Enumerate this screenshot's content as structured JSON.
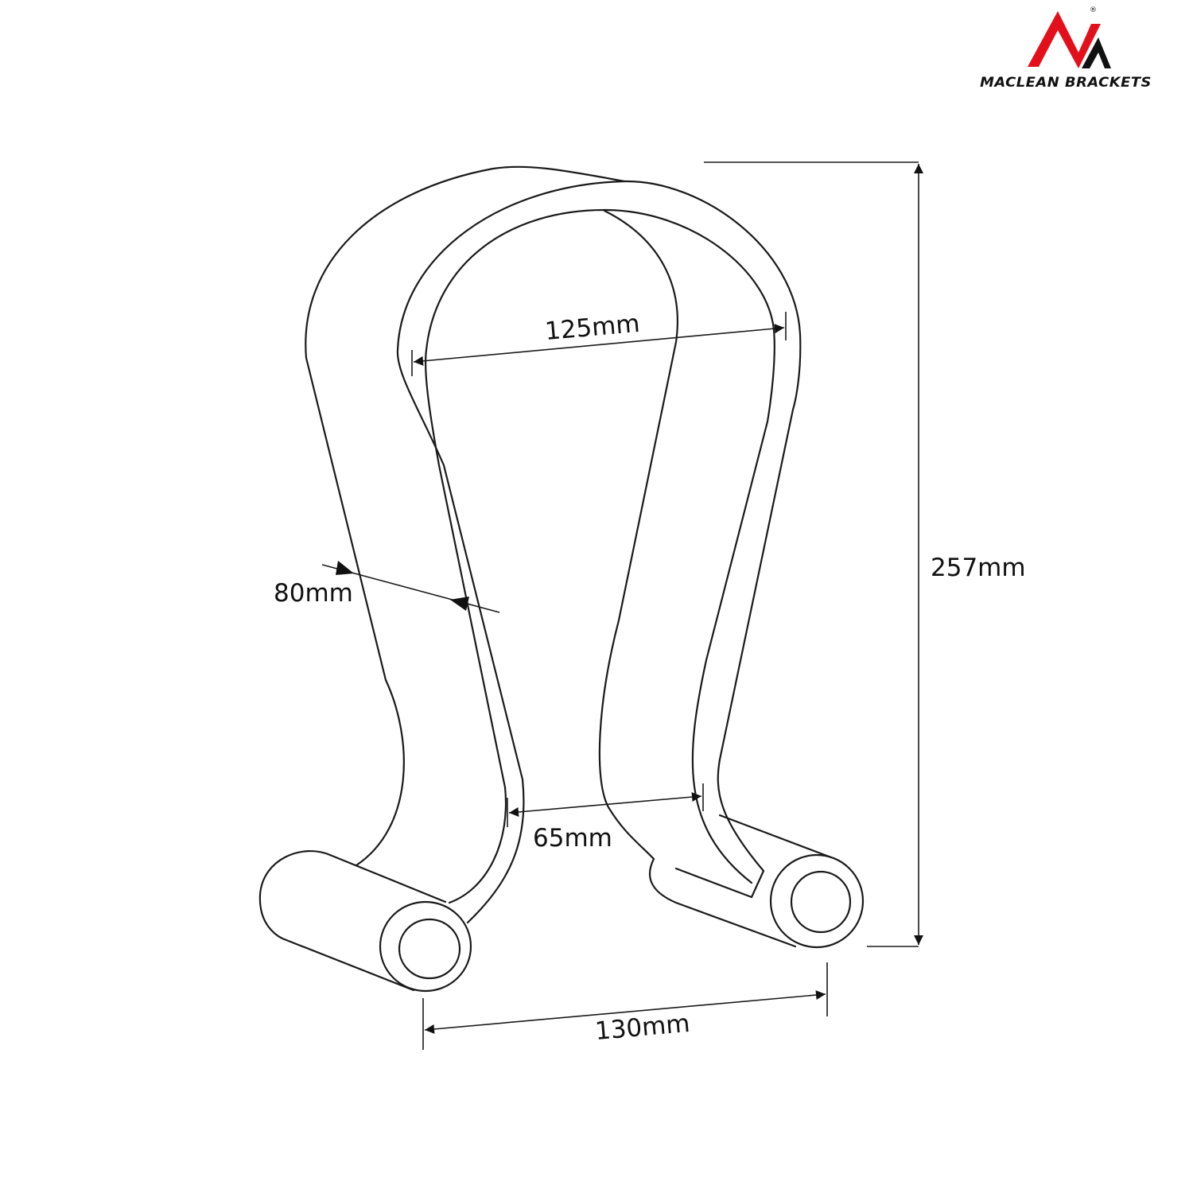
{
  "brand": {
    "name": "MACLEAN BRACKETS",
    "registered_mark": "®",
    "accent_color": "#e3101b",
    "dark_color": "#111111"
  },
  "dimensions": {
    "inner_width_top": "125mm",
    "thickness": "80mm",
    "inner_width_bottom": "65mm",
    "height": "257mm",
    "base_width": "130mm"
  }
}
